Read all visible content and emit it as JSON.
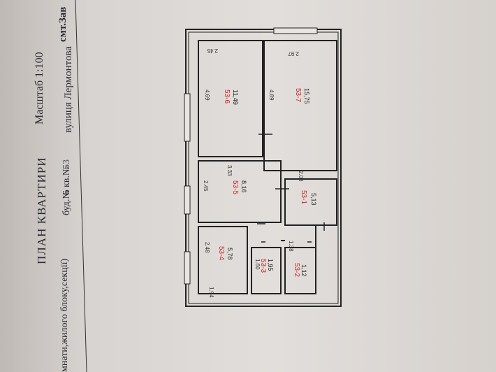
{
  "header": {
    "title": "ПЛАН КВАРТИРИ",
    "scale": "Масштаб 1:100",
    "line_left": "мнати,жилого блоку,секції)",
    "house_label": "буд.№",
    "house_value": "6",
    "apt_label": "кв.№",
    "apt_value": "53",
    "street": "вулиця Лермонтова",
    "town": "смт.Зав"
  },
  "rooms": [
    {
      "code": "53-6",
      "area": "11,49",
      "dim_a": "2.45",
      "dim_b": "4.69"
    },
    {
      "code": "53-7",
      "area": "15,75",
      "dim_a": "2.97",
      "dim_b": "4.89"
    },
    {
      "code": "53-5",
      "area": "8,16",
      "dim_a": "2.45",
      "dim_b": "3.33"
    },
    {
      "code": "53-1",
      "area": "5,13",
      "dim_a": "2.08",
      "dim_b": ""
    },
    {
      "code": "53-4",
      "area": "5,78",
      "dim_a": "2.48",
      "dim_b": "1.94"
    },
    {
      "code": "53-3",
      "area": "1,95",
      "dim_a": "1.60",
      "dim_b": ""
    },
    {
      "code": "53-2",
      "area": "1,12",
      "dim_a": "1.38",
      "dim_b": ""
    }
  ],
  "colors": {
    "wall": "#222222",
    "code": "#cc2222",
    "paper": "#dedad7"
  }
}
